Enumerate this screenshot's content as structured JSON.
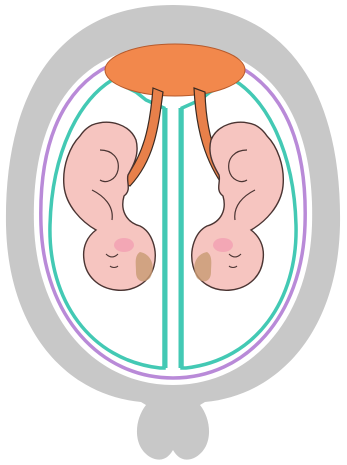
{
  "diagram": {
    "subject": "twin-pregnancy-uterus-illustration",
    "parts": [
      "uterus",
      "placenta",
      "umbilical-cord-left",
      "umbilical-cord-right",
      "amniotic-sac-left",
      "amniotic-sac-right",
      "chorion",
      "fetus-left",
      "fetus-right",
      "cervix"
    ],
    "colors": {
      "uterus": "#c8c8c8",
      "chorion": "#b98ad8",
      "amnion": "#43c9b4",
      "placenta": "#f2884c",
      "cord": "#e8804a",
      "cord_outline": "#3a2a22",
      "fetus_skin": "#f6c5c0",
      "fetus_shade": "#e9a8a6",
      "fetus_outline": "#4a3432",
      "cheek": "#f29ab0",
      "hair": "#c89a72",
      "background": "#ffffff"
    }
  }
}
